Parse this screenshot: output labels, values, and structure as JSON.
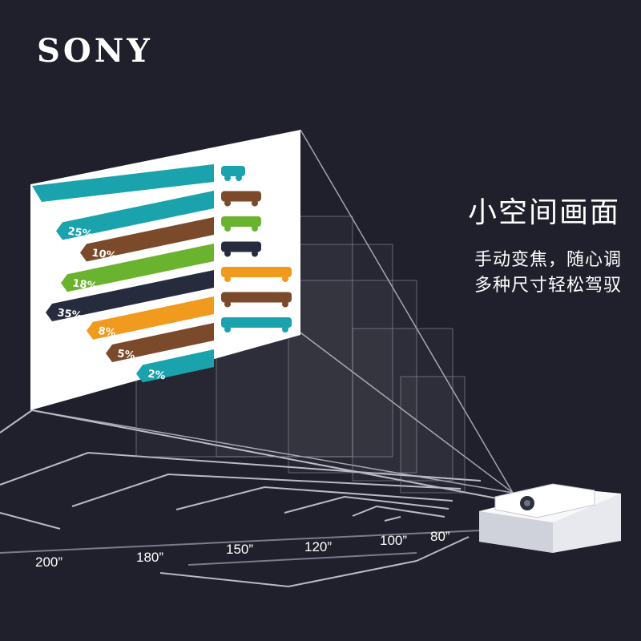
{
  "brand": {
    "logo": "SONY"
  },
  "headline": "小空间画面",
  "subtitle_lines": [
    "手动变焦，随心调",
    "多种尺寸轻松驾驭"
  ],
  "distances": [
    "200”",
    "180”",
    "150”",
    "120”",
    "100”",
    "80”"
  ],
  "screen_chart": {
    "bars": [
      {
        "label": "",
        "value": 0,
        "color": "#1aa3ad",
        "icon": "scooter-icon"
      },
      {
        "label": "25%",
        "value": 25,
        "color": "#1aa3ad",
        "icon": "taxi-icon"
      },
      {
        "label": "10%",
        "value": 10,
        "color": "#7a4a2a",
        "icon": "car-icon"
      },
      {
        "label": "18%",
        "value": 18,
        "color": "#6ab32e",
        "icon": "bus-icon"
      },
      {
        "label": "35%",
        "value": 35,
        "color": "#262b3e",
        "icon": "truck-icon"
      },
      {
        "label": "8%",
        "value": 8,
        "color": "#f09a1e",
        "icon": "train-icon"
      },
      {
        "label": "5%",
        "value": 5,
        "color": "#7a4a2a",
        "icon": "ship-icon"
      },
      {
        "label": "2%",
        "value": 2,
        "color": "#1aa3ad",
        "icon": ""
      }
    ]
  },
  "colors": {
    "background": "#1f202b",
    "accent_teal": "#1aa3ad",
    "text": "#ffffff"
  }
}
